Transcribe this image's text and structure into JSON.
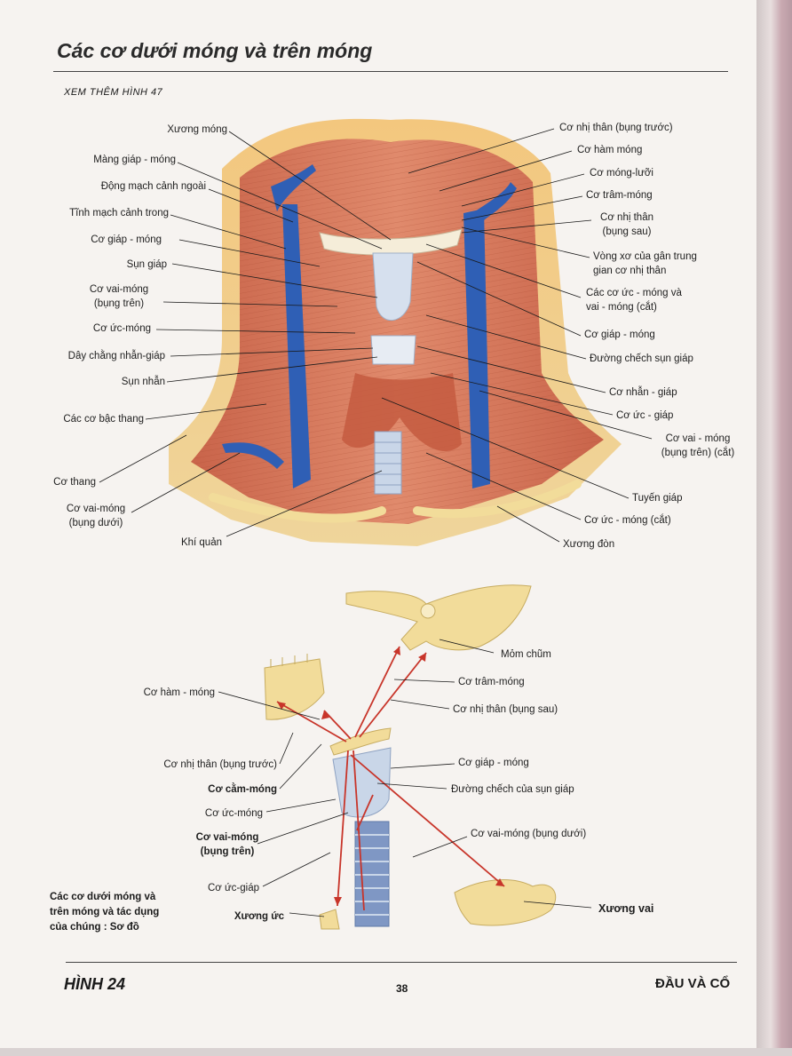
{
  "page": {
    "title": "Các cơ dưới móng và trên móng",
    "see_also": "XEM THÊM HÌNH 47",
    "figure_number": "HÌNH 24",
    "page_number": "38",
    "section": "ĐẦU VÀ CỔ"
  },
  "upper_figure": {
    "labels_left": [
      "Xương móng",
      "Màng giáp - móng",
      "Động mạch cảnh ngoài",
      "Tĩnh mạch cảnh trong",
      "Cơ giáp - móng",
      "Sụn giáp",
      "Cơ vai-móng\n(bụng trên)",
      "Cơ ức-móng",
      "Dây chằng nhẫn-giáp",
      "Sụn nhẫn",
      "Các cơ bậc thang",
      "Cơ thang",
      "Cơ vai-móng\n(bụng dưới)",
      "Khí quản"
    ],
    "labels_right": [
      "Cơ nhị thân (bụng trước)",
      "Cơ hàm móng",
      "Cơ móng-lưỡi",
      "Cơ trâm-móng",
      "Cơ nhị thân\n(bụng sau)",
      "Vòng xơ của gân trung\ngian cơ nhị thân",
      "Các cơ ức - móng và\nvai - móng (cắt)",
      "Cơ giáp - móng",
      "Đường chếch sụn giáp",
      "Cơ nhẫn - giáp",
      "Cơ ức - giáp",
      "Cơ vai - móng\n(bụng trên) (cắt)",
      "Tuyến giáp",
      "Cơ ức - móng (cắt)",
      "Xương đòn"
    ]
  },
  "lower_figure": {
    "labels_left": [
      "Cơ hàm - móng",
      "Cơ nhị thân (bụng trước)",
      "Cơ cằm-móng",
      "Cơ ức-móng",
      "Cơ vai-móng\n(bụng trên)",
      "Cơ ức-giáp",
      "Xương ức"
    ],
    "labels_right": [
      "Mỏm chũm",
      "Cơ trâm-móng",
      "Cơ nhị thân (bụng sau)",
      "Cơ giáp - móng",
      "Đường chếch của sụn giáp",
      "Cơ vai-móng (bụng dưới)",
      "Xương vai"
    ],
    "caption": "Các cơ dưới móng và\ntrên móng và tác dụng\ncủa chúng : Sơ đồ"
  },
  "colors": {
    "muscle": "#d9785a",
    "muscle_dark": "#b8543a",
    "vein": "#2f5fb5",
    "bone": "#f2dc9a",
    "cartilage": "#c9d6e8",
    "arrow": "#c8352a",
    "trachea": "#7f97c4"
  }
}
